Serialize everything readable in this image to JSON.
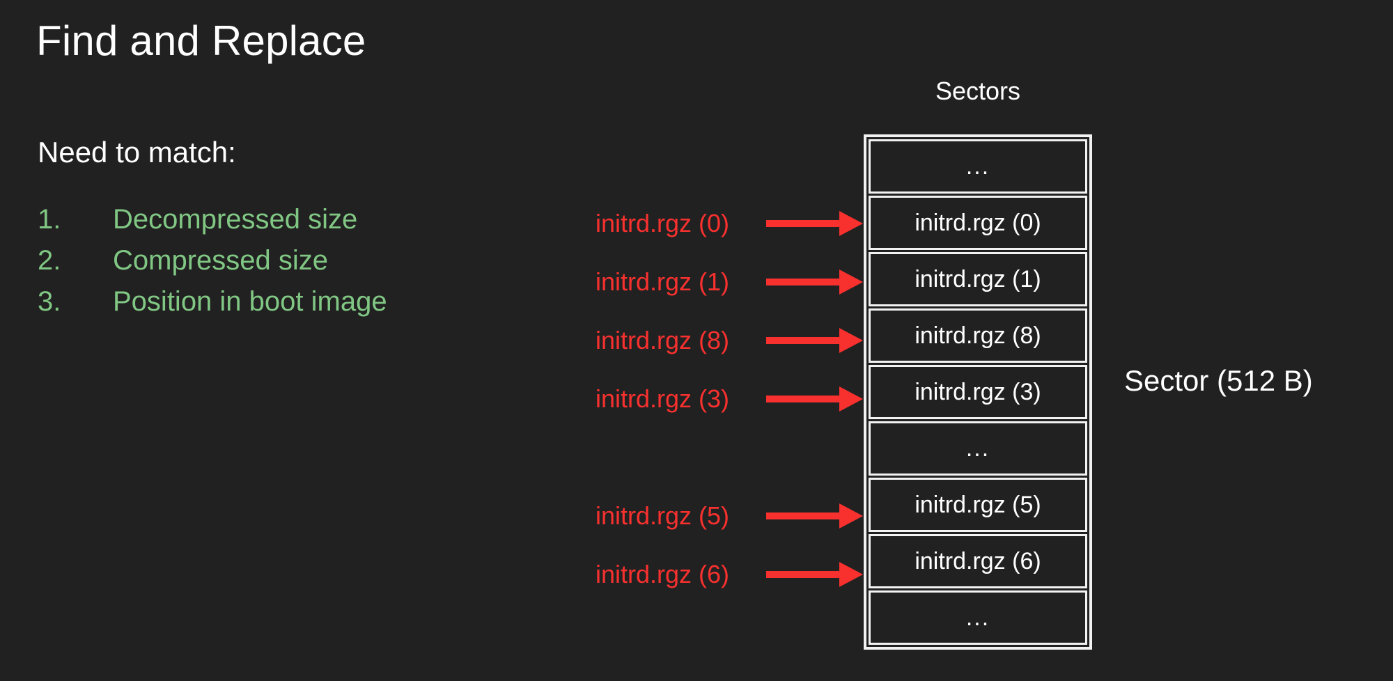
{
  "slide": {
    "title": "Find and Replace",
    "background_color": "#212121"
  },
  "left_panel": {
    "subheading": "Need to match:",
    "list_color": "#81C784",
    "items": [
      {
        "index": "1.",
        "label": "Decompressed size"
      },
      {
        "index": "2.",
        "label": "Compressed size"
      },
      {
        "index": "3.",
        "label": "Position in boot image"
      }
    ]
  },
  "diagram": {
    "heading": "Sectors",
    "side_label": "Sector (512 B)",
    "annotation_color": "#F8312F",
    "border_color": "#F2F2F2",
    "rows": [
      {
        "label": "...",
        "is_ellipsis": true,
        "annotation": null
      },
      {
        "label": "initrd.rgz (0)",
        "is_ellipsis": false,
        "annotation": "initrd.rgz (0)"
      },
      {
        "label": "initrd.rgz (1)",
        "is_ellipsis": false,
        "annotation": "initrd.rgz (1)"
      },
      {
        "label": "initrd.rgz (8)",
        "is_ellipsis": false,
        "annotation": "initrd.rgz (8)"
      },
      {
        "label": "initrd.rgz (3)",
        "is_ellipsis": false,
        "annotation": "initrd.rgz (3)"
      },
      {
        "label": "...",
        "is_ellipsis": true,
        "annotation": null
      },
      {
        "label": "initrd.rgz (5)",
        "is_ellipsis": false,
        "annotation": "initrd.rgz (5)"
      },
      {
        "label": "initrd.rgz (6)",
        "is_ellipsis": false,
        "annotation": "initrd.rgz (6)"
      },
      {
        "label": "...",
        "is_ellipsis": true,
        "annotation": null
      }
    ]
  }
}
